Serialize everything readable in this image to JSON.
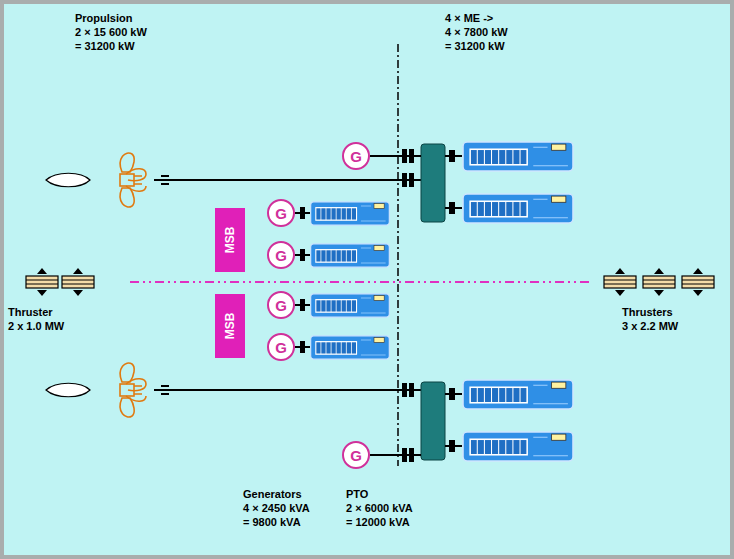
{
  "diagram": {
    "nodes": [
      {
        "text": [
          "G"
        ]
      },
      {
        "text": [
          "MSB"
        ]
      },
      {
        "text": [
          "G"
        ]
      },
      {
        "text": [
          "G"
        ]
      },
      {
        "text": [
          "G"
        ]
      },
      {
        "text": [
          "MSB"
        ]
      },
      {
        "text": [
          "G"
        ]
      },
      {
        "text": [
          "G"
        ]
      }
    ],
    "labels": [
      "Propulsion",
      "2 × 15 600 kW",
      "= 31200 kW",
      "4 × ME ->",
      "4 × 7800 kW",
      "= 31200 kW",
      "Thruster",
      "2 x 1.0 MW",
      "Thrusters",
      "3 x 2.2 MW",
      "Generators",
      "4 × 2450 kVA",
      "= 9800 kVA",
      "PTO",
      "2 × 6000 kVA",
      "= 12000 kVA"
    ]
  }
}
